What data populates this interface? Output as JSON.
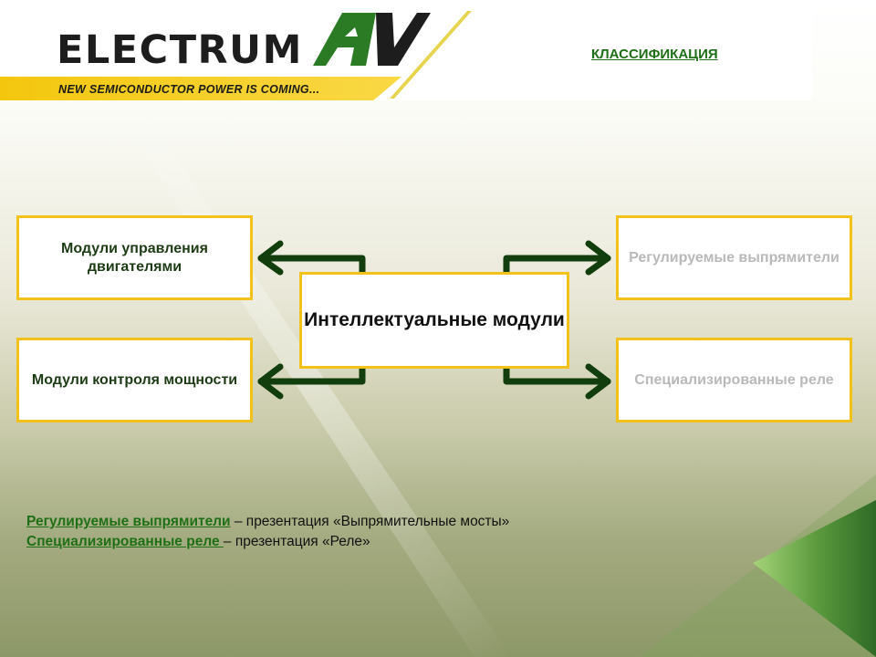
{
  "header": {
    "brand_name": "ELECTRUM",
    "tagline": "NEW SEMICONDUCTOR POWER IS COMING...",
    "section_title": "КЛАССИФИКАЦИЯ",
    "logo_mark": "AV"
  },
  "diagram": {
    "center": "Интеллектуальные модули",
    "left_top": "Модули управления двигателями",
    "left_bottom": "Модули контроля мощности",
    "right_top": "Регулируемые выпрямители",
    "right_bottom": "Специализированные реле"
  },
  "notes": [
    {
      "link": "Регулируемые выпрямители",
      "text": " – презентация «Выпрямительные мосты»"
    },
    {
      "link": "Специализированные реле ",
      "text": "– презентация «Реле»"
    }
  ],
  "colors": {
    "accent_yellow": "#f2c21a",
    "arrow_green": "#123d0c",
    "link_green": "#1e6f16",
    "muted_text": "#b9b9b9"
  }
}
